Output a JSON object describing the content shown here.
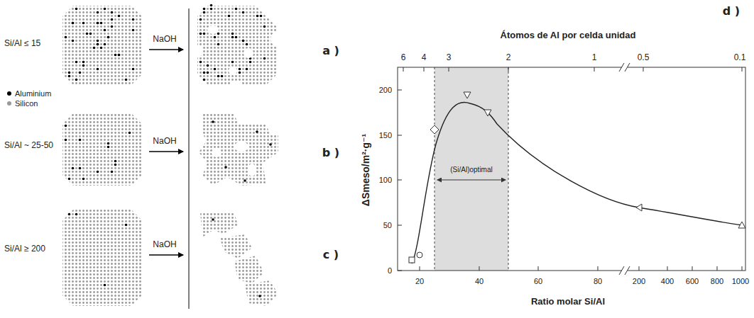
{
  "diagram": {
    "labels": [
      "Si/Al ≤ 15",
      "NaOH",
      "Si/Al ~ 25-50",
      "NaOH",
      "Si/Al ≥ 200",
      "NaOH",
      "a )",
      "b )",
      "c )",
      "d )",
      "Átomos de Al por celda unidad",
      "6",
      "4",
      "3",
      "2",
      "1",
      "0.5",
      "0.1",
      "ΔSmeso/m²·g⁻¹",
      "0",
      "50",
      "100",
      "150",
      "200",
      "20",
      "40",
      "60",
      "80",
      "200",
      "400",
      "600",
      "800",
      "1000",
      "(Si/Al)optimal",
      "Ratio molar Si/Al"
    ],
    "legend": [
      {
        "text": "Aluminium",
        "color": "#000000"
      },
      {
        "text": "Silicon",
        "color": "#999999"
      }
    ]
  }
}
